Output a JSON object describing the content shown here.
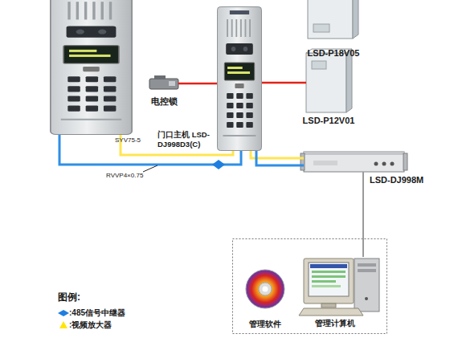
{
  "diagram": {
    "nodes": [
      {
        "text": [
          "电控锁"
        ]
      },
      {
        "text": [
          "门口主机 LSD-DJ998D3(C)"
        ]
      },
      {
        "text": [
          "LSD-P18V05"
        ]
      },
      {
        "text": [
          "LSD-P12V01"
        ]
      },
      {
        "text": [
          "LSD-DJ998M"
        ]
      },
      {
        "text": [
          "管理软件"
        ]
      },
      {
        "text": [
          "管理计算机"
        ]
      }
    ],
    "edges": [
      {
        "from": 0,
        "to": 1,
        "arrow": "none"
      },
      {
        "from": 1,
        "to": 3,
        "arrow": "none"
      },
      {
        "from": 1,
        "to": 4,
        "arrow": "none"
      },
      {
        "from": 1,
        "to": 4,
        "arrow": "none"
      },
      {
        "from": 4,
        "to": 6,
        "arrow": "none"
      }
    ],
    "labels": [
      "SYV75-5",
      "RVVP4×0.75",
      "图例:"
    ],
    "legend": [
      {
        "text": ":485信号中继器"
      },
      {
        "text": ":视频放大器"
      }
    ]
  }
}
